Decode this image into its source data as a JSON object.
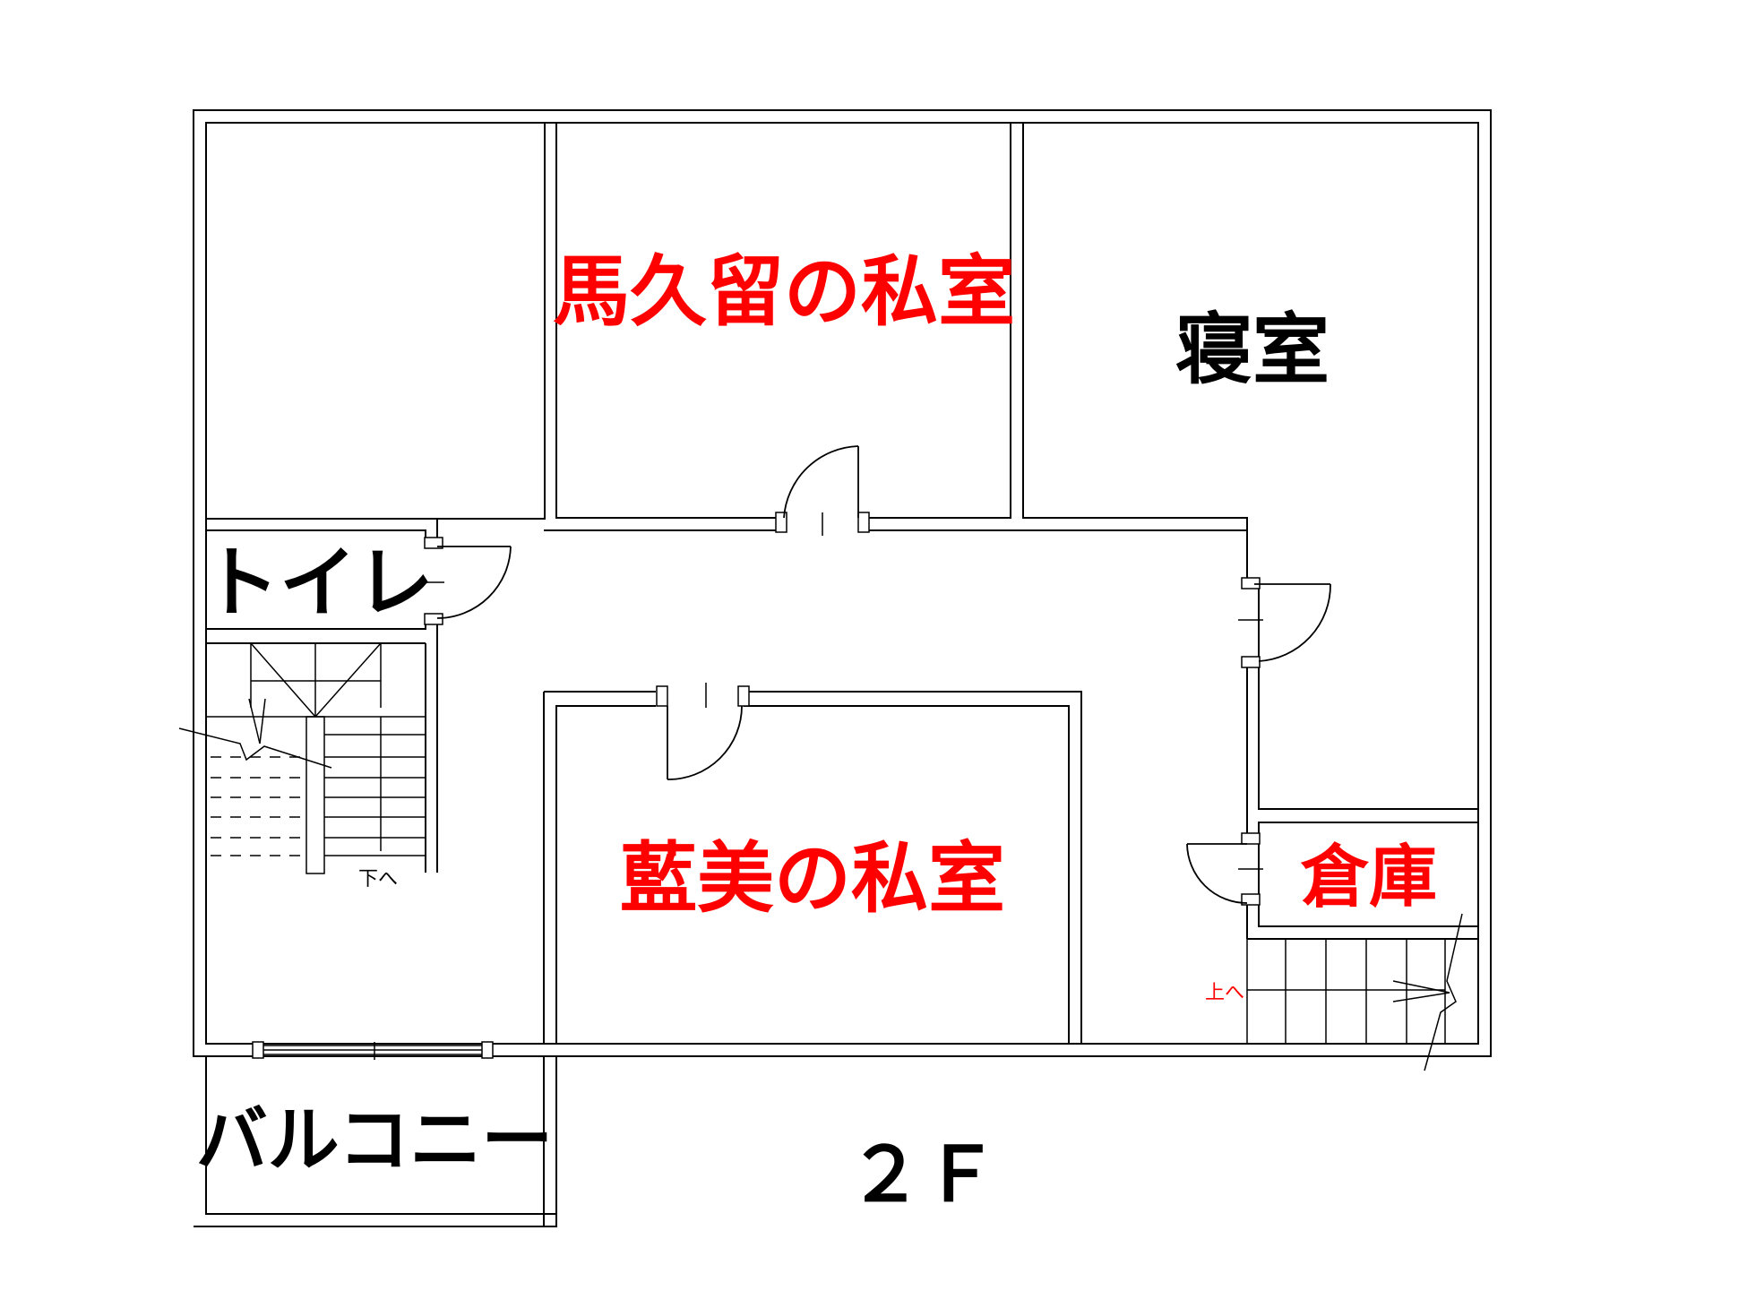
{
  "floor_label": "２Ｆ",
  "rooms": {
    "makuru_room": {
      "label": "馬久留の私室"
    },
    "bedroom": {
      "label": "寝室"
    },
    "toilet": {
      "label": "トイレ"
    },
    "aimi_room": {
      "label": "藍美の私室"
    },
    "storage": {
      "label": "倉庫"
    },
    "balcony": {
      "label": "バルコニー"
    }
  },
  "stairs": {
    "down_label": "下へ",
    "up_label": "上へ"
  },
  "colors": {
    "private_room_label": "#ff0000",
    "default_label": "#000000",
    "lines": "#000000"
  }
}
